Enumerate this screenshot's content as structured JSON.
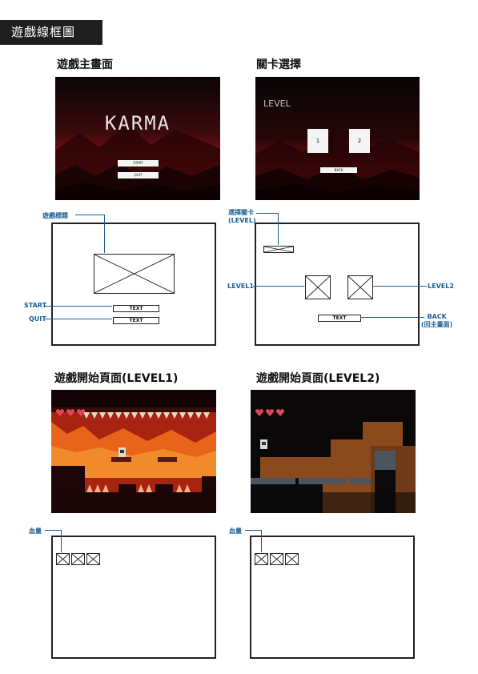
{
  "doc_title": "遊戲線框圖",
  "sections": {
    "main_menu": {
      "heading": "遊戲主畫面",
      "game_logo": "KARMA",
      "start_button": "START",
      "quit_button": "QUIT",
      "callouts": {
        "title": "遊戲標題",
        "start": "START",
        "quit": "QUIT"
      },
      "wire_button_text": "TEXT"
    },
    "level_select": {
      "heading": "關卡選擇",
      "screen_title": "LEVEL",
      "level1": "1",
      "level2": "2",
      "back_button": "BACK",
      "callouts": {
        "select_line1": "選擇關卡",
        "select_line2": "(LEVEL)",
        "level1": "LEVEL1",
        "level2": "LEVEL2",
        "back_line1": "BACK",
        "back_line2": "(回主畫面)"
      },
      "wire_button_text": "TEXT"
    },
    "level1": {
      "heading": "遊戲開始頁面(LEVEL1)",
      "callouts": {
        "health": "血量"
      }
    },
    "level2": {
      "heading": "遊戲開始頁面(LEVEL2)",
      "callouts": {
        "health": "血量"
      }
    }
  },
  "colors": {
    "accent": "#1b5f96",
    "heart": "#e0455a",
    "lava": "#e8641a"
  }
}
